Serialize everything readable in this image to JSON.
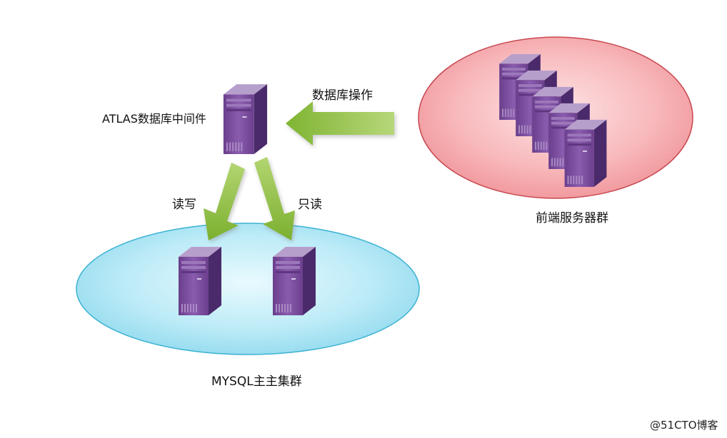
{
  "labels": {
    "middleware": "ATLAS数据库中间件",
    "db_operation": "数据库操作",
    "read_write": "读写",
    "read_only": "只读",
    "frontend_cluster": "前端服务器群",
    "mysql_cluster": "MYSQL主主集群"
  },
  "watermark": "@51CTO博客",
  "colors": {
    "frontend_ellipse": "#f4a4a8",
    "mysql_ellipse": "#a8e4f2",
    "arrow_green": "#8cbf3f",
    "server_purple": "#7a4f9c",
    "server_side": "#4a2a6a"
  },
  "icons": {
    "server": "server-tower-icon"
  }
}
